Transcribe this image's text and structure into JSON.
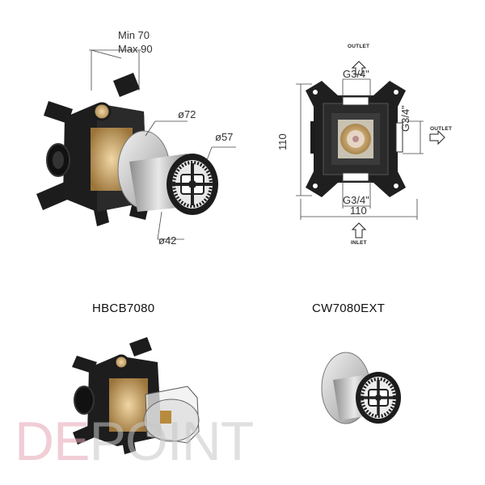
{
  "diagram": {
    "side_view": {
      "depth_min": "Min 70",
      "depth_max": "Max 90",
      "dia_flange": "ø72",
      "dia_handle": "ø57",
      "dia_sleeve": "ø42"
    },
    "front_view": {
      "height": "110",
      "width": "110",
      "outlet_top_label": "OUTLET",
      "outlet_right_label": "OUTLET",
      "inlet_label": "INLET",
      "thread_top": "G3/4\"",
      "thread_right": "G3/4\"",
      "thread_bottom": "G3/4\""
    },
    "products": [
      {
        "model": "HBCB7080"
      },
      {
        "model": "CW7080EXT"
      }
    ],
    "watermark": {
      "part1": "DE",
      "part2": "POINT"
    },
    "colors": {
      "body": "#1c1c1c",
      "brass": "#b08a4a",
      "chrome": "#c8c8c8",
      "line": "#444444"
    }
  }
}
